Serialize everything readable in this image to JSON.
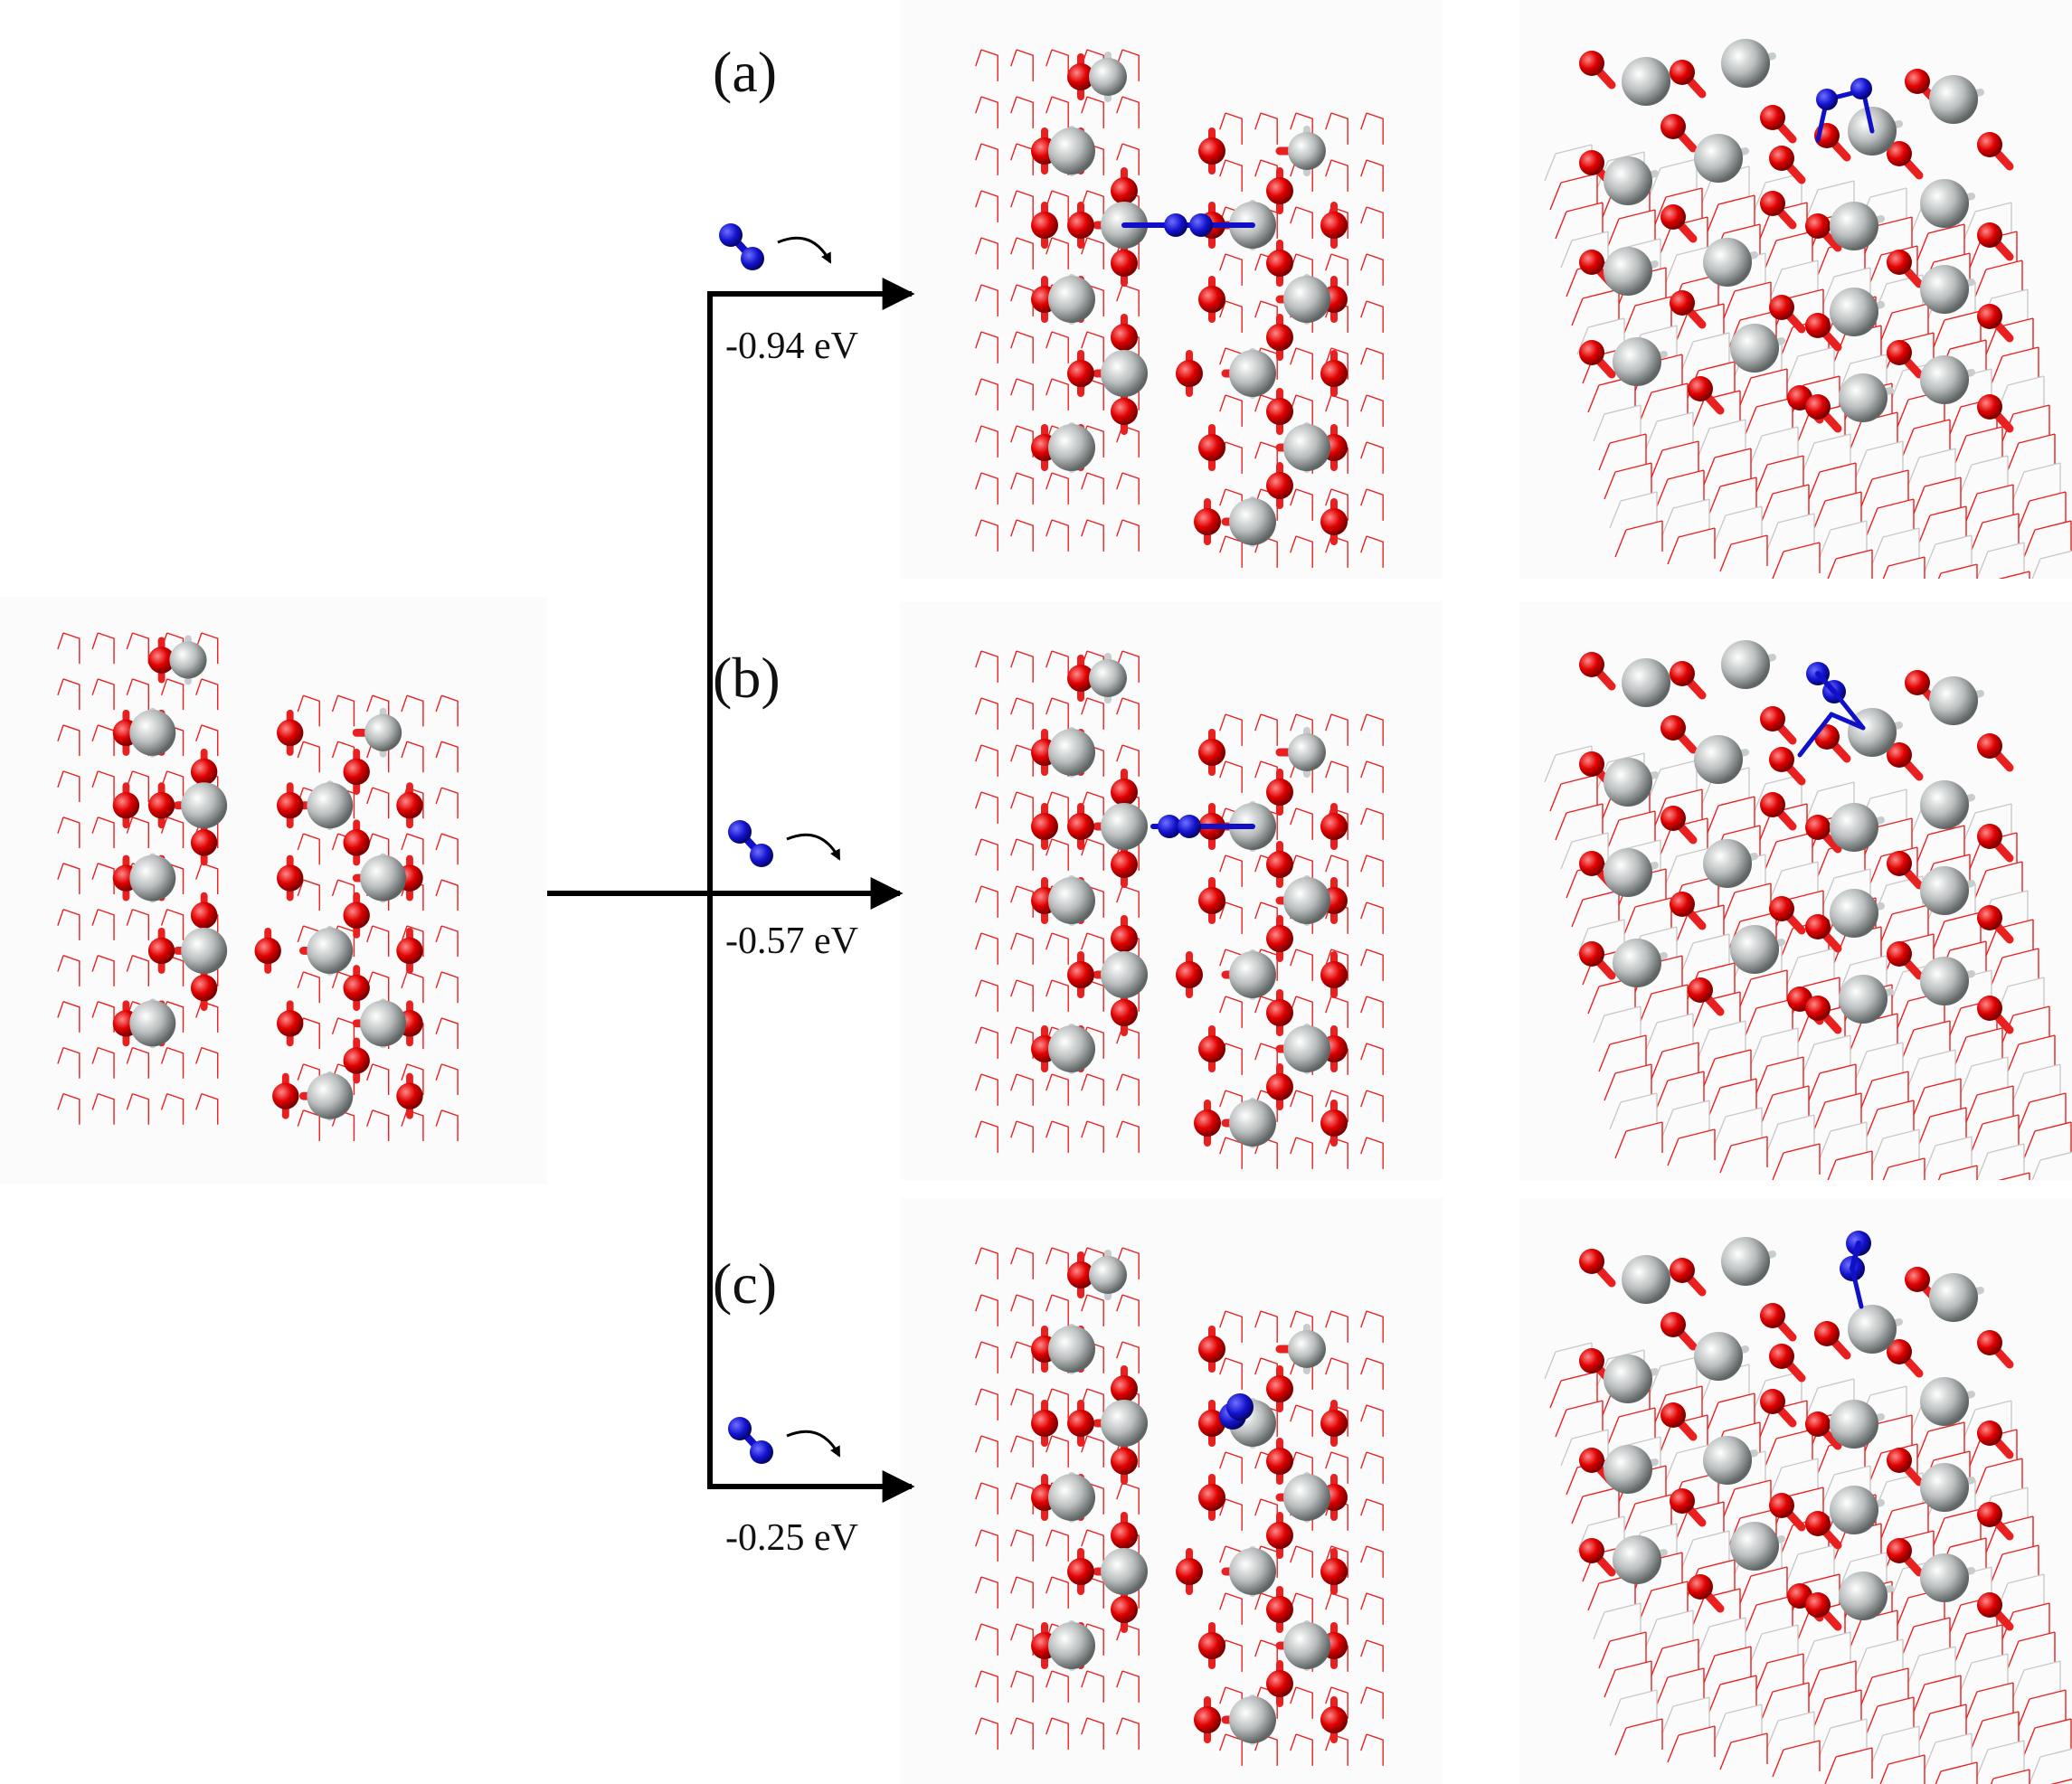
{
  "panels": [
    {
      "label": "(a)",
      "energy": "-0.94 eV"
    },
    {
      "label": "(b)",
      "energy": "-0.57 eV"
    },
    {
      "label": "(c)",
      "energy": "-0.25 eV"
    }
  ],
  "colors": {
    "oxygen": "#e20000",
    "metal": "#b8bcbc",
    "nitrogen": "#1010c8",
    "bond_o": "#e82020",
    "bond_metal": "#c8cccc",
    "arrow": "#000000"
  }
}
